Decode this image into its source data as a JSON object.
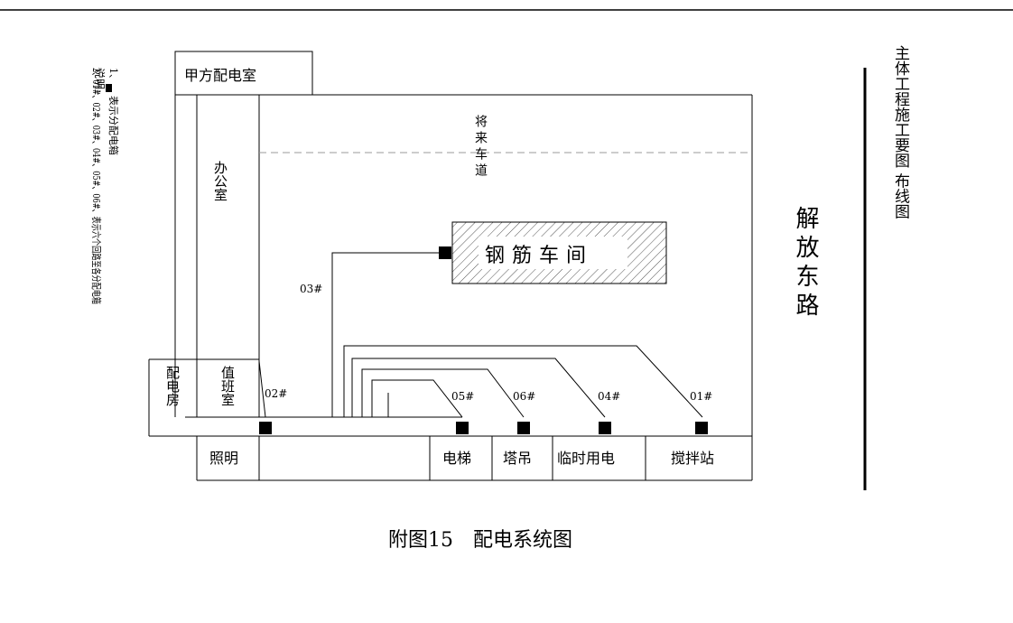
{
  "notes": {
    "heading": "说明:",
    "line1_num": "1、",
    "line1_text": "表示分配电箱",
    "line2": "2、01#、02#、03#、04#、05#、06#、表示六个回路至各分配电箱"
  },
  "rooms": {
    "owner_power_room": "甲方配电室",
    "office": "办公室",
    "power_room": "配电房",
    "duty_room": "值班室"
  },
  "future_road": "将来车道",
  "workshop": "钢筋车间",
  "road_name": "解放东路",
  "circuits": {
    "c01": "01#",
    "c02": "02#",
    "c03": "03#",
    "c04": "04#",
    "c05": "05#",
    "c06": "06#"
  },
  "bottom_labels": {
    "lighting": "照明",
    "elevator": "电梯",
    "tower_crane": "塔吊",
    "temporary_power": "临时用电",
    "mixing_station": "搅拌站"
  },
  "sidebar_title": "主体工程施工要图 布线图",
  "caption": "附图15　配电系统图"
}
